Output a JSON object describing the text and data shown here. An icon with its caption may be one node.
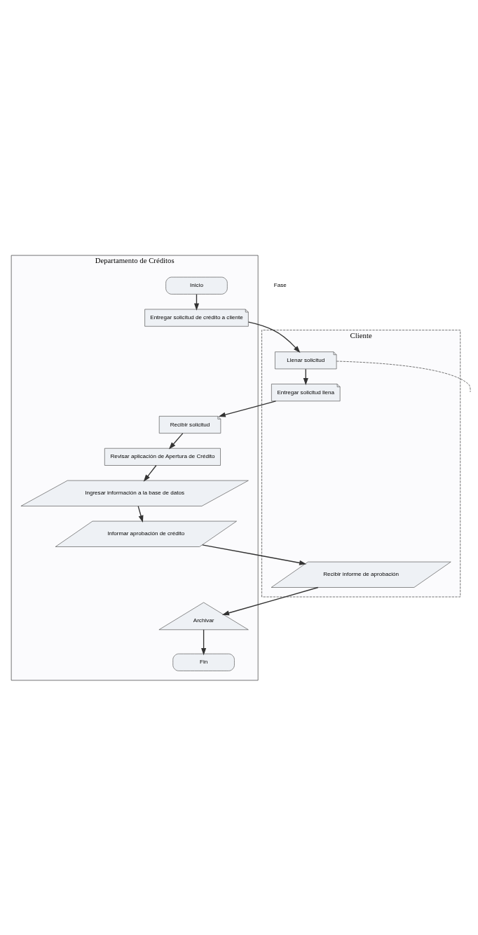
{
  "diagram": {
    "nodes": [
      {
        "text": [
          "Departamento de Créditos"
        ]
      },
      {
        "text": [
          "Cliente"
        ]
      },
      {
        "text": [
          "Inicio"
        ],
        "in": 0
      },
      {
        "text": [
          "Entregar solicitud de crédito a cliente"
        ],
        "in": 0
      },
      {
        "text": [
          "Llenar solicitud"
        ],
        "in": 1
      },
      {
        "text": [
          "Entregar solicitud llena"
        ],
        "in": 1
      },
      {
        "text": [
          "Recibir solicitud"
        ],
        "in": 0
      },
      {
        "text": [
          "Revisar aplicación de Apertura de Crédito"
        ],
        "in": 0
      },
      {
        "text": [
          "Ingresar información a la base de datos"
        ],
        "in": 0
      },
      {
        "text": [
          "Informar aprobación de crédito"
        ],
        "in": 0
      },
      {
        "text": [
          "Recibir informe de aprobación"
        ],
        "in": 1
      },
      {
        "text": [
          "Archivar"
        ],
        "in": 0
      },
      {
        "text": [
          "Fin"
        ],
        "in": 0
      }
    ],
    "edges": [
      {
        "from": 2,
        "to": 3,
        "arrow": "to"
      },
      {
        "from": 3,
        "to": 4,
        "arrow": "to"
      },
      {
        "from": 4,
        "to": 5,
        "arrow": "to"
      },
      {
        "from": 5,
        "to": 6,
        "arrow": "to"
      },
      {
        "from": 6,
        "to": 7,
        "arrow": "to"
      },
      {
        "from": 7,
        "to": 8,
        "arrow": "to"
      },
      {
        "from": 8,
        "to": 9,
        "arrow": "to"
      },
      {
        "from": 9,
        "to": 10,
        "arrow": "to"
      },
      {
        "from": 10,
        "to": 11,
        "arrow": "to"
      },
      {
        "from": 11,
        "to": 12,
        "arrow": "to"
      },
      {
        "from": 4,
        "to": null,
        "arrow": "none",
        "style": "dashed"
      }
    ],
    "labels": [
      "Fase"
    ]
  }
}
